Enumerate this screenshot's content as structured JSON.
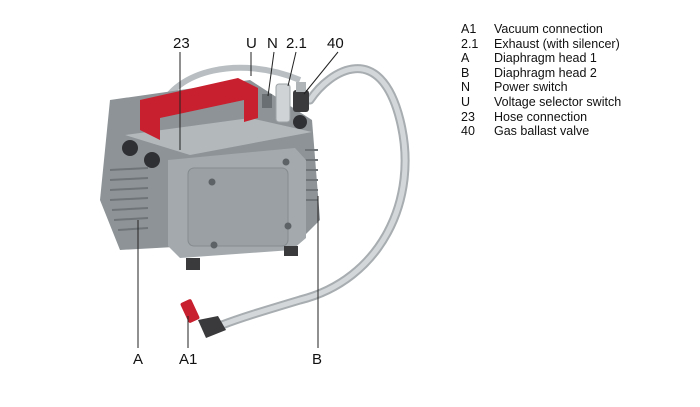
{
  "callouts": {
    "c23": "23",
    "cU": "U",
    "cN": "N",
    "c21": "2.1",
    "c40": "40",
    "cA": "A",
    "cA1": "A1",
    "cB": "B"
  },
  "legend": [
    {
      "code": "A1",
      "text": "Vacuum connection"
    },
    {
      "code": "2.1",
      "text": "Exhaust (with silencer)"
    },
    {
      "code": "A",
      "text": "Diaphragm head 1"
    },
    {
      "code": "B",
      "text": "Diaphragm head 2"
    },
    {
      "code": "N",
      "text": "Power switch"
    },
    {
      "code": "U",
      "text": "Voltage selector switch"
    },
    {
      "code": "23",
      "text": "Hose connection"
    },
    {
      "code": "40",
      "text": "Gas ballast valve"
    }
  ],
  "colors": {
    "body": "#9aa0a4",
    "body_dark": "#7f868a",
    "handle": "#c8202e",
    "hose": "#c4c9cc",
    "fitting": "#3a3a3c"
  }
}
